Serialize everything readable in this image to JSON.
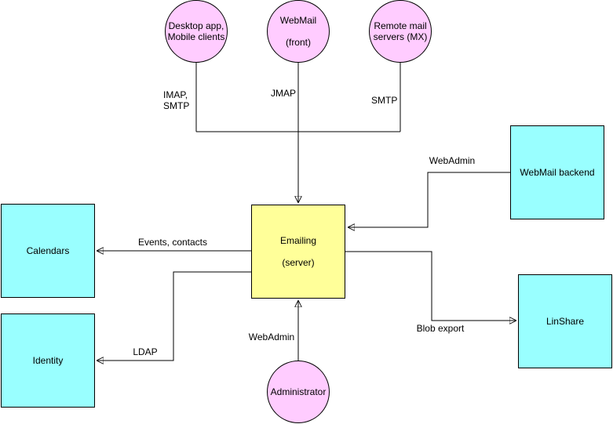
{
  "diagram": {
    "background_color": "#ffffff",
    "stroke_color": "#000000",
    "colors": {
      "client_node_fill": "#ffccff",
      "service_node_fill": "#99ffff",
      "server_node_fill": "#ffff99"
    },
    "nodes": {
      "desktop_clients": {
        "label": "Desktop app,\nMobile clients",
        "shape": "circle",
        "fill": "#ffccff"
      },
      "webmail_front": {
        "label": "WebMail\n\n(front)",
        "shape": "circle",
        "fill": "#ffccff"
      },
      "remote_mx": {
        "label": "Remote mail\nservers (MX)",
        "shape": "circle",
        "fill": "#ffccff"
      },
      "emailing": {
        "label": "Emailing\n\n(server)",
        "shape": "square",
        "fill": "#ffff99"
      },
      "calendars": {
        "label": "Calendars",
        "shape": "square",
        "fill": "#99ffff"
      },
      "identity": {
        "label": "Identity",
        "shape": "square",
        "fill": "#99ffff"
      },
      "webmail_backend": {
        "label": "WebMail backend",
        "shape": "square",
        "fill": "#99ffff"
      },
      "linshare": {
        "label": "LinShare",
        "shape": "square",
        "fill": "#99ffff"
      },
      "administrator": {
        "label": "Administrator",
        "shape": "circle",
        "fill": "#ffccff"
      }
    },
    "edge_labels": {
      "imap_smtp": "IMAP,\nSMTP",
      "jmap": "JMAP",
      "smtp": "SMTP",
      "webadmin_backend": "WebAdmin",
      "events_contacts": "Events, contacts",
      "ldap": "LDAP",
      "webadmin_admin": "WebAdmin",
      "blob_export": "Blob export"
    },
    "edges": [
      {
        "from": "desktop_clients",
        "to": "emailing",
        "label": "IMAP, SMTP",
        "arrow": true
      },
      {
        "from": "webmail_front",
        "to": "emailing",
        "label": "JMAP",
        "arrow": true
      },
      {
        "from": "remote_mx",
        "to": "emailing",
        "label": "SMTP",
        "arrow": true
      },
      {
        "from": "webmail_backend",
        "to": "emailing",
        "label": "WebAdmin",
        "arrow": true
      },
      {
        "from": "emailing",
        "to": "calendars",
        "label": "Events, contacts",
        "arrow": true
      },
      {
        "from": "emailing",
        "to": "identity",
        "label": "LDAP",
        "arrow": true
      },
      {
        "from": "emailing",
        "to": "linshare",
        "label": "Blob export",
        "arrow": true
      },
      {
        "from": "administrator",
        "to": "emailing",
        "label": "WebAdmin",
        "arrow": true
      }
    ]
  }
}
